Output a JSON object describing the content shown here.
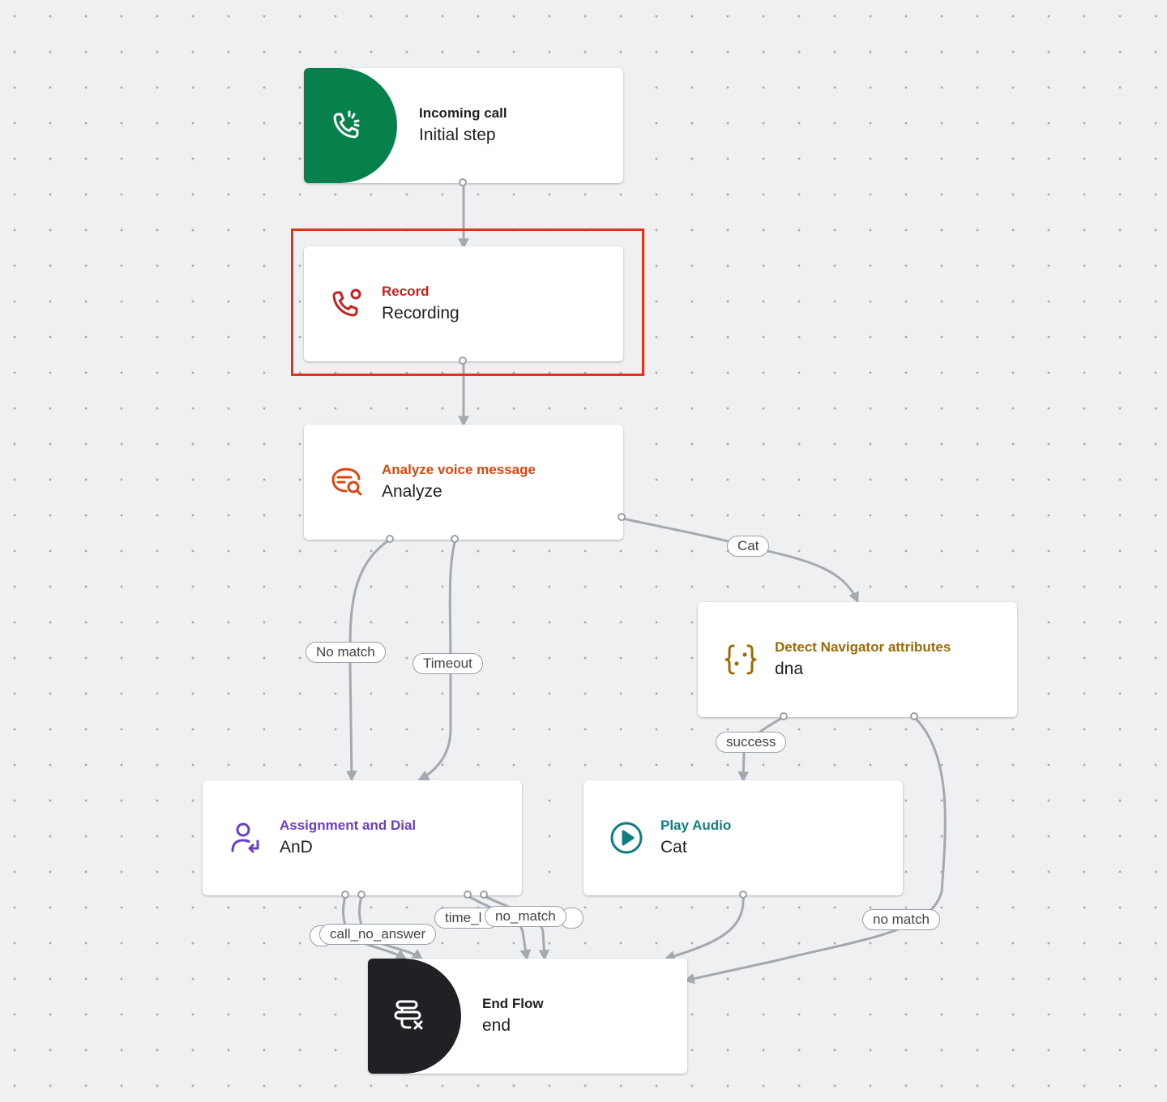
{
  "nodes": {
    "incoming": {
      "type": "Incoming call",
      "name": "Initial step",
      "accent": "#06814c",
      "icon": "phone-incoming-icon"
    },
    "record": {
      "type": "Record",
      "name": "Recording",
      "accent": "#c5221f",
      "icon": "phone-record-icon"
    },
    "analyze": {
      "type": "Analyze voice message",
      "name": "Analyze",
      "accent": "#d9470f",
      "icon": "analyze-message-icon"
    },
    "detect": {
      "type": "Detect Navigator attributes",
      "name": "dna",
      "accent": "#a06a00",
      "icon": "curly-braces-icon"
    },
    "assign": {
      "type": "Assignment and Dial",
      "name": "AnD",
      "accent": "#6a3fc8",
      "icon": "person-dial-icon"
    },
    "play": {
      "type": "Play Audio",
      "name": "Cat",
      "accent": "#0f7d80",
      "icon": "play-circle-icon"
    },
    "end": {
      "type": "End Flow",
      "name": "end",
      "accent": "#202124",
      "icon": "end-flow-icon"
    }
  },
  "edge_labels": {
    "cat": "Cat",
    "no_match": "No match",
    "timeout": "Timeout",
    "success": "success",
    "no_match_lower": "no match",
    "call_no_answer": "call_no_answer",
    "time_truncated": "time_l",
    "no_match_underscore": "no_match"
  },
  "colors": {
    "canvas": "#eff0f2",
    "edge": "#a4a9af",
    "highlight": "#e5321f"
  }
}
